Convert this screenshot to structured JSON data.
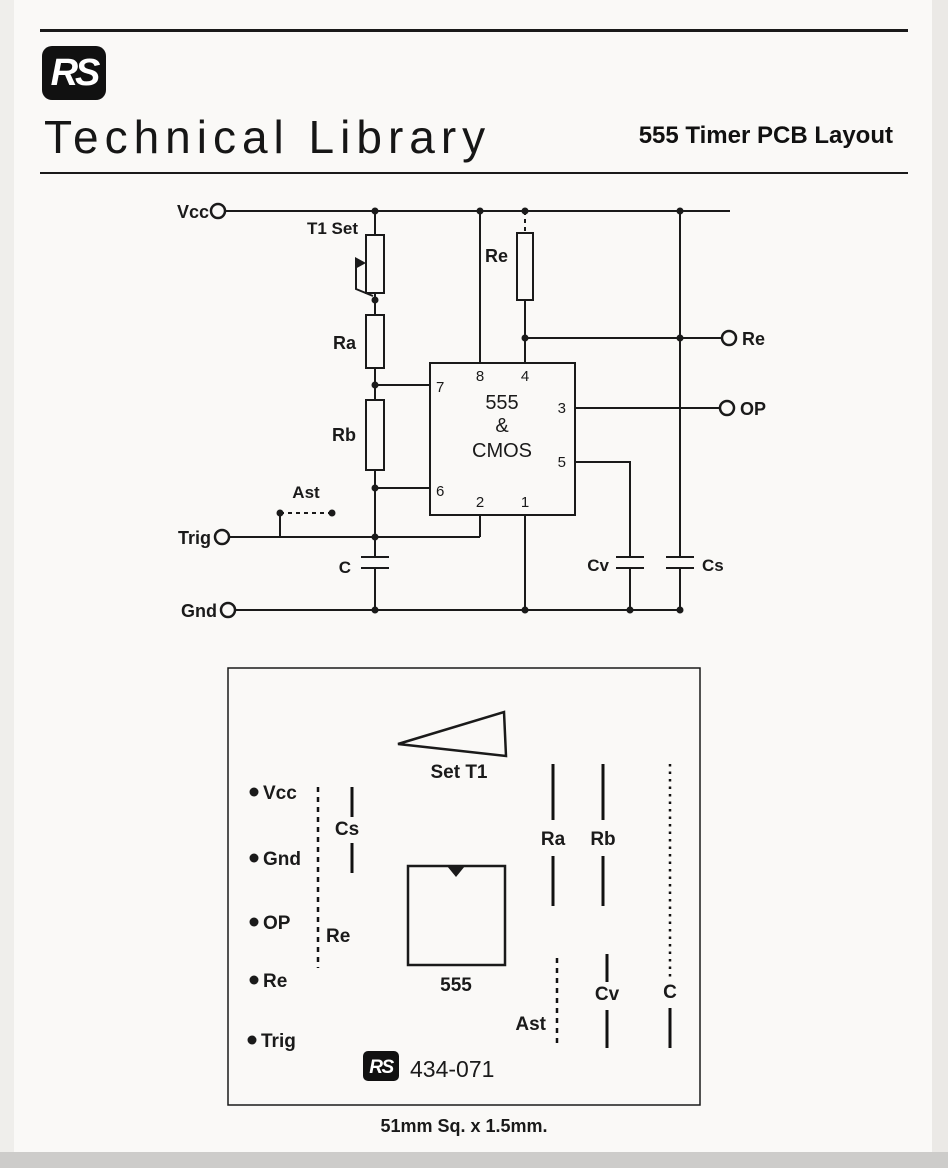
{
  "header": {
    "logo_text": "RS",
    "title": "Technical Library",
    "subtitle": "555 Timer PCB Layout"
  },
  "schematic": {
    "labels": {
      "vcc": "Vcc",
      "trig": "Trig",
      "gnd": "Gnd",
      "t1set": "T1 Set",
      "ra": "Ra",
      "rb": "Rb",
      "re_resistor": "Re",
      "ast": "Ast",
      "c": "C",
      "cv": "Cv",
      "cs": "Cs",
      "re_terminal": "Re",
      "op_terminal": "OP"
    },
    "ic": {
      "l1": "555",
      "l2": "&",
      "l3": "CMOS"
    },
    "pins": {
      "p1": "1",
      "p2": "2",
      "p3": "3",
      "p4": "4",
      "p5": "5",
      "p6": "6",
      "p7": "7",
      "p8": "8"
    }
  },
  "pcb": {
    "set_t1": "Set T1",
    "pads": [
      "Vcc",
      "Gnd",
      "OP",
      "Re",
      "Trig"
    ],
    "cs": "Cs",
    "re": "Re",
    "ra": "Ra",
    "rb": "Rb",
    "ic": "555",
    "ast": "Ast",
    "cv": "Cv",
    "c": "C",
    "logo_text": "RS",
    "part_number": "434-071",
    "caption": "51mm Sq. x 1.5mm."
  }
}
